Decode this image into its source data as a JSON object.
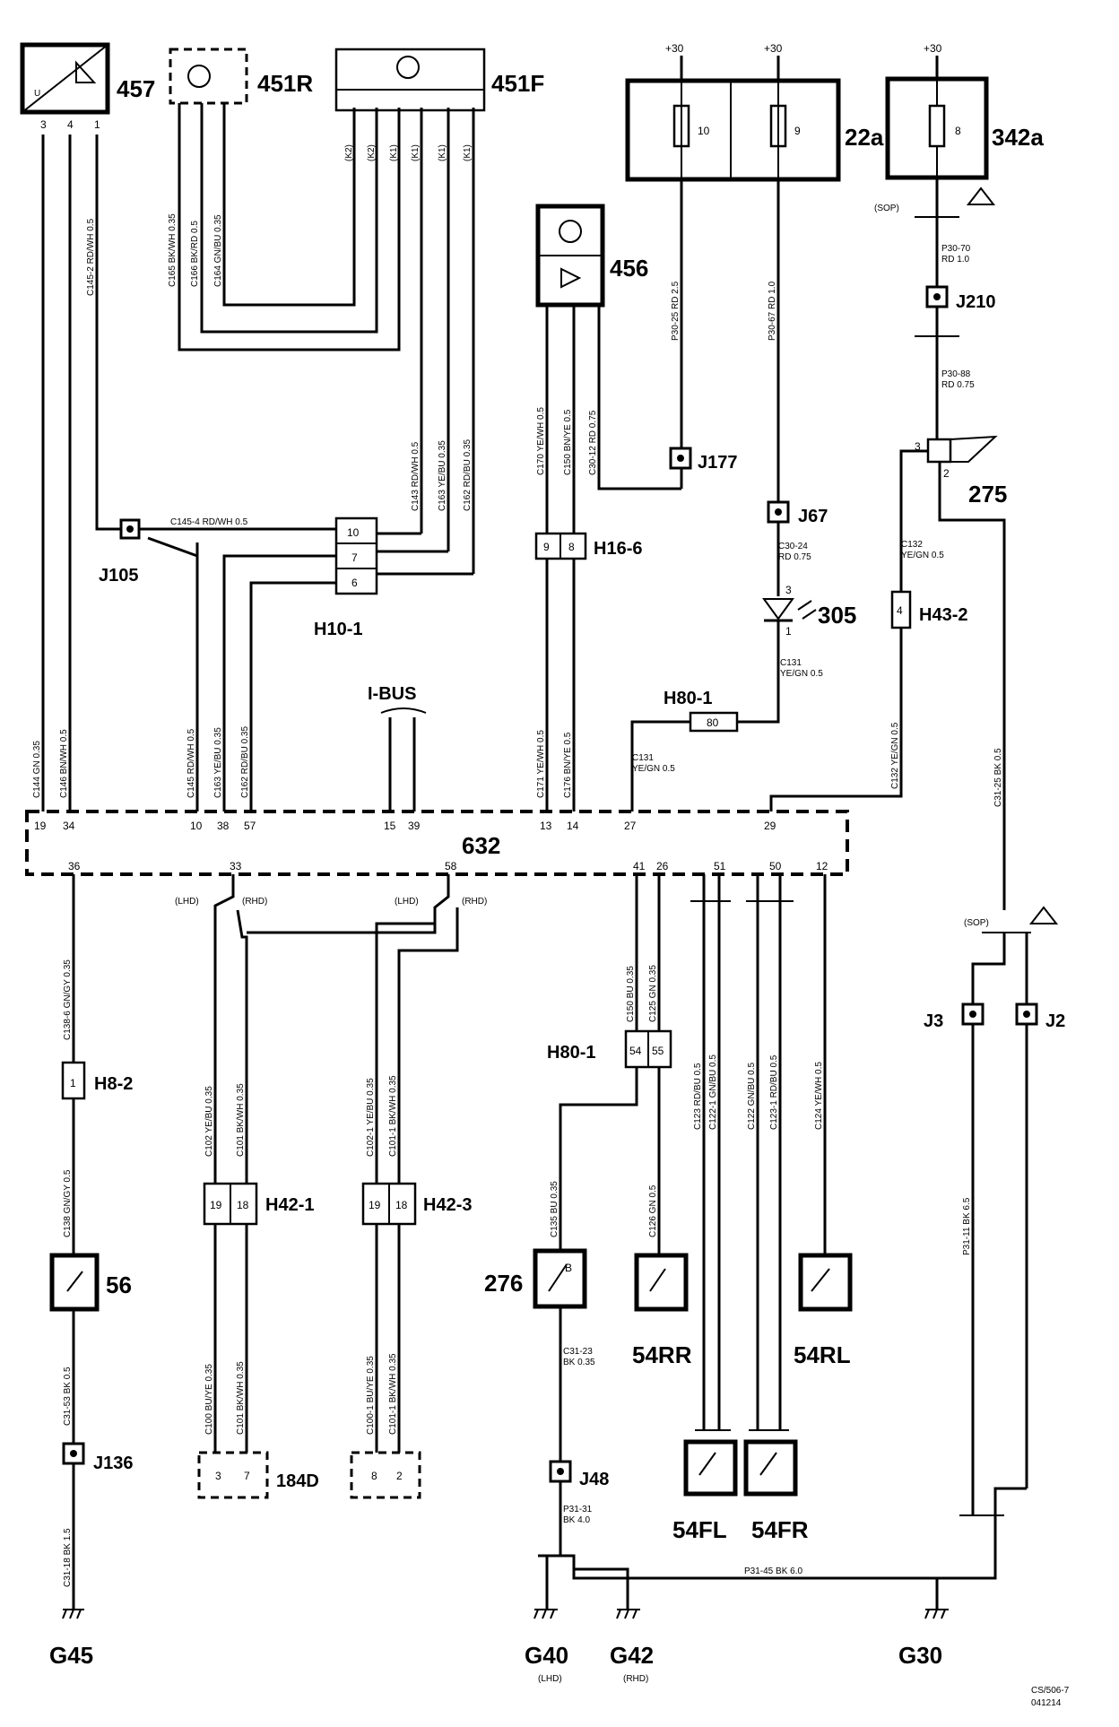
{
  "components": {
    "c457": "457",
    "c451R": "451R",
    "c451F": "451F",
    "c22a": "22a",
    "c342a": "342a",
    "c456": "456",
    "c275": "275",
    "c305": "305",
    "c632": "632",
    "c56": "56",
    "c276": "276",
    "c54RR": "54RR",
    "c54RL": "54RL",
    "c54FL": "54FL",
    "c54FR": "54FR",
    "c184D": "184D"
  },
  "connectors": {
    "H10_1": "H10-1",
    "H16_6": "H16-6",
    "H43_2": "H43-2",
    "H80_1a": "H80-1",
    "H80_1b": "H80-1",
    "H8_2": "H8-2",
    "H42_1": "H42-1",
    "H42_3": "H42-3"
  },
  "junctions": {
    "J105": "J105",
    "J177": "J177",
    "J67": "J67",
    "J210": "J210",
    "J3": "J3",
    "J2": "J2",
    "J136": "J136",
    "J48": "J48"
  },
  "grounds": {
    "G45": "G45",
    "G40": "G40",
    "G42": "G42",
    "G30": "G30",
    "g40_note": "(LHD)",
    "g42_note": "(RHD)"
  },
  "power": {
    "p1": "+30",
    "p2": "+30",
    "p3": "+30",
    "fuse10": "10",
    "fuse9": "9",
    "fuse8": "8"
  },
  "labels": {
    "ibus": "I-BUS",
    "sop1": "(SOP)",
    "sop2": "(SOP)",
    "lhd": "(LHD)",
    "rhd": "(RHD)",
    "code": "CS/506-7",
    "code2": "041214"
  },
  "pins": {
    "p457_3": "3",
    "p457_4": "4",
    "p457_1": "1",
    "b632_19": "19",
    "b632_34": "34",
    "b632_10": "10",
    "b632_38": "38",
    "b632_57": "57",
    "b632_15": "15",
    "b632_39": "39",
    "b632_13": "13",
    "b632_14": "14",
    "b632_27": "27",
    "b632_29": "29",
    "b632_36": "36",
    "b632_33": "33",
    "b632_58": "58",
    "b632_41": "41",
    "b632_26": "26",
    "b632_51": "51",
    "b632_50": "50",
    "b632_12": "12",
    "h10_10": "10",
    "h10_7": "7",
    "h10_6": "6",
    "h16_9": "9",
    "h16_8": "8",
    "h43_4": "4",
    "h80_80": "80",
    "h80_54": "54",
    "h80_55": "55",
    "h8_1": "1",
    "h42_1_19": "19",
    "h42_1_18": "18",
    "h42_3_19": "19",
    "h42_3_18": "18",
    "d184_3": "3",
    "d184_7": "7",
    "d184_8": "8",
    "d184_2": "2",
    "r275_3": "3",
    "r275_2": "2",
    "d305_3": "3",
    "d305_1": "1"
  },
  "wires": {
    "w1": "C144 GN 0.35",
    "w2": "C146 BN/WH 0.5",
    "w3": "C145-2 RD/WH 0.5",
    "w4": "C145-4 RD/WH 0.5",
    "w5": "C145 RD/WH 0.5",
    "w6": "C163 YE/BU 0.35",
    "w7": "C162 RD/BU 0.35",
    "w8": "C143 RD/WH 0.5",
    "w9": "C163 YE/BU 0.35",
    "w10": "C162 RD/BU 0.35",
    "w11": "C170 YE/WH 0.5",
    "w12": "C150 BN/YE 0.5",
    "w13": "C30-12 RD 0.75",
    "w14": "P30-25 RD 2.5",
    "w15": "P30-67 RD 1.0",
    "w16": "P30-70",
    "w16b": "RD 1.0",
    "w17": "P30-88",
    "w17b": "RD 0.75",
    "w18": "C30-24",
    "w18b": "RD 0.75",
    "w19": "C131",
    "w19b": "YE/GN 0.5",
    "w20": "C131",
    "w20b": "YE/GN 0.5",
    "w21": "C132",
    "w21b": "YE/GN 0.5",
    "w22": "C132 YE/GN 0.5",
    "w23": "C31-25 BK 0.5",
    "w24": "C171 YE/WH 0.5",
    "w25": "C176 BN/YE 0.5",
    "w26": "C138-6 GN/GY 0.35",
    "w27": "C138 GN/GY 0.5",
    "w28": "C31-53 BK 0.5",
    "w29": "C31-18 BK 1.5",
    "w30": "C102 YE/BU 0.35",
    "w31": "C101 BK/WH 0.35",
    "w32": "C102-1 YE/BU 0.35",
    "w33": "C101-1 BK/WH 0.35",
    "w34": "C100 BU/YE 0.35",
    "w35": "C101 BK/WH 0.35",
    "w36": "C100-1 BU/YE 0.35",
    "w37": "C101-1 BK/WH 0.35",
    "w38": "C150 BU 0.35",
    "w39": "C125 GN 0.35",
    "w40": "C135 BU 0.35",
    "w41": "C126 GN 0.5",
    "w42": "C123 RD/BU 0.5",
    "w43": "C122-1 GN/BU 0.5",
    "w44": "C122 GN/BU 0.5",
    "w45": "C123-1 RD/BU 0.5",
    "w46": "C124 YE/WH 0.5",
    "w47": "C31-23",
    "w47b": "BK 0.35",
    "w48": "P31-31",
    "w48b": "BK 4.0",
    "w49": "P31-45 BK 6.0",
    "w50": "P31-11 BK 6.5",
    "w51": "C165 BK/WH 0.35",
    "w52": "C166 BK/RD 0.5",
    "w53": "C164 GN/BU 0.35",
    "w54": "(K2)",
    "w55": "(K2)",
    "w56": "(K1)",
    "w57": "(K1)",
    "w58": "(K1)",
    "w59": "(K1)"
  }
}
